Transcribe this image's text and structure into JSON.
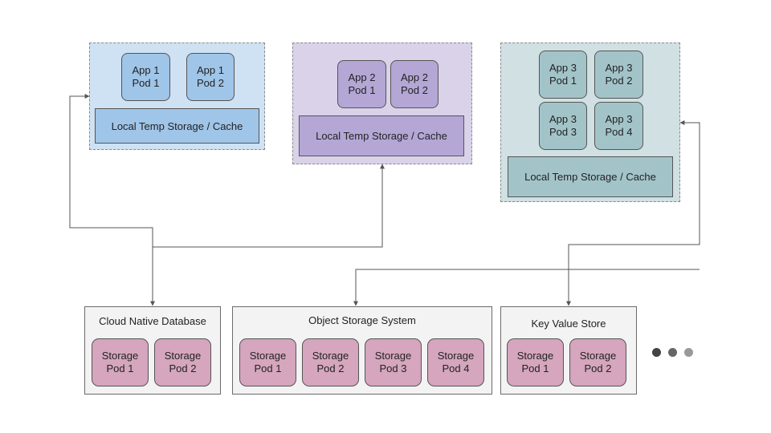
{
  "apps": {
    "app1": {
      "pods": [
        "App 1\nPod 1",
        "App 1\nPod 2"
      ],
      "cache_label": "Local Temp Storage / Cache",
      "colors": {
        "group_bg": "#cfe2f3",
        "pod_bg": "#9fc5e8",
        "cache_bg": "#9fc5e8"
      }
    },
    "app2": {
      "pods": [
        "App 2\nPod 1",
        "App 2\nPod 2"
      ],
      "cache_label": "Local Temp Storage / Cache",
      "colors": {
        "group_bg": "#d9d2e9",
        "pod_bg": "#b4a7d6",
        "cache_bg": "#b4a7d6"
      }
    },
    "app3": {
      "pods": [
        "App 3\nPod 1",
        "App 3\nPod 2",
        "App 3\nPod 3",
        "App 3\nPod 4"
      ],
      "cache_label": "Local Temp Storage / Cache",
      "colors": {
        "group_bg": "#d0e0e3",
        "pod_bg": "#a2c4c9",
        "cache_bg": "#a2c4c9"
      }
    }
  },
  "storage_systems": {
    "database": {
      "title": "Cloud Native Database",
      "pods": [
        "Storage\nPod 1",
        "Storage\nPod 2"
      ]
    },
    "object_storage": {
      "title": "Object Storage System",
      "pods": [
        "Storage\nPod 1",
        "Storage\nPod 2",
        "Storage\nPod 3",
        "Storage\nPod 4"
      ]
    },
    "kv_store": {
      "title": "Key Value Store",
      "pods": [
        "Storage\nPod 1",
        "Storage\nPod 2"
      ]
    }
  },
  "colors": {
    "storage_pod_bg": "#d5a6bd",
    "storage_bg": "#f3f3f3",
    "connector": "#555555",
    "ellipsis_dots": [
      "#444444",
      "#666666",
      "#999999"
    ]
  }
}
